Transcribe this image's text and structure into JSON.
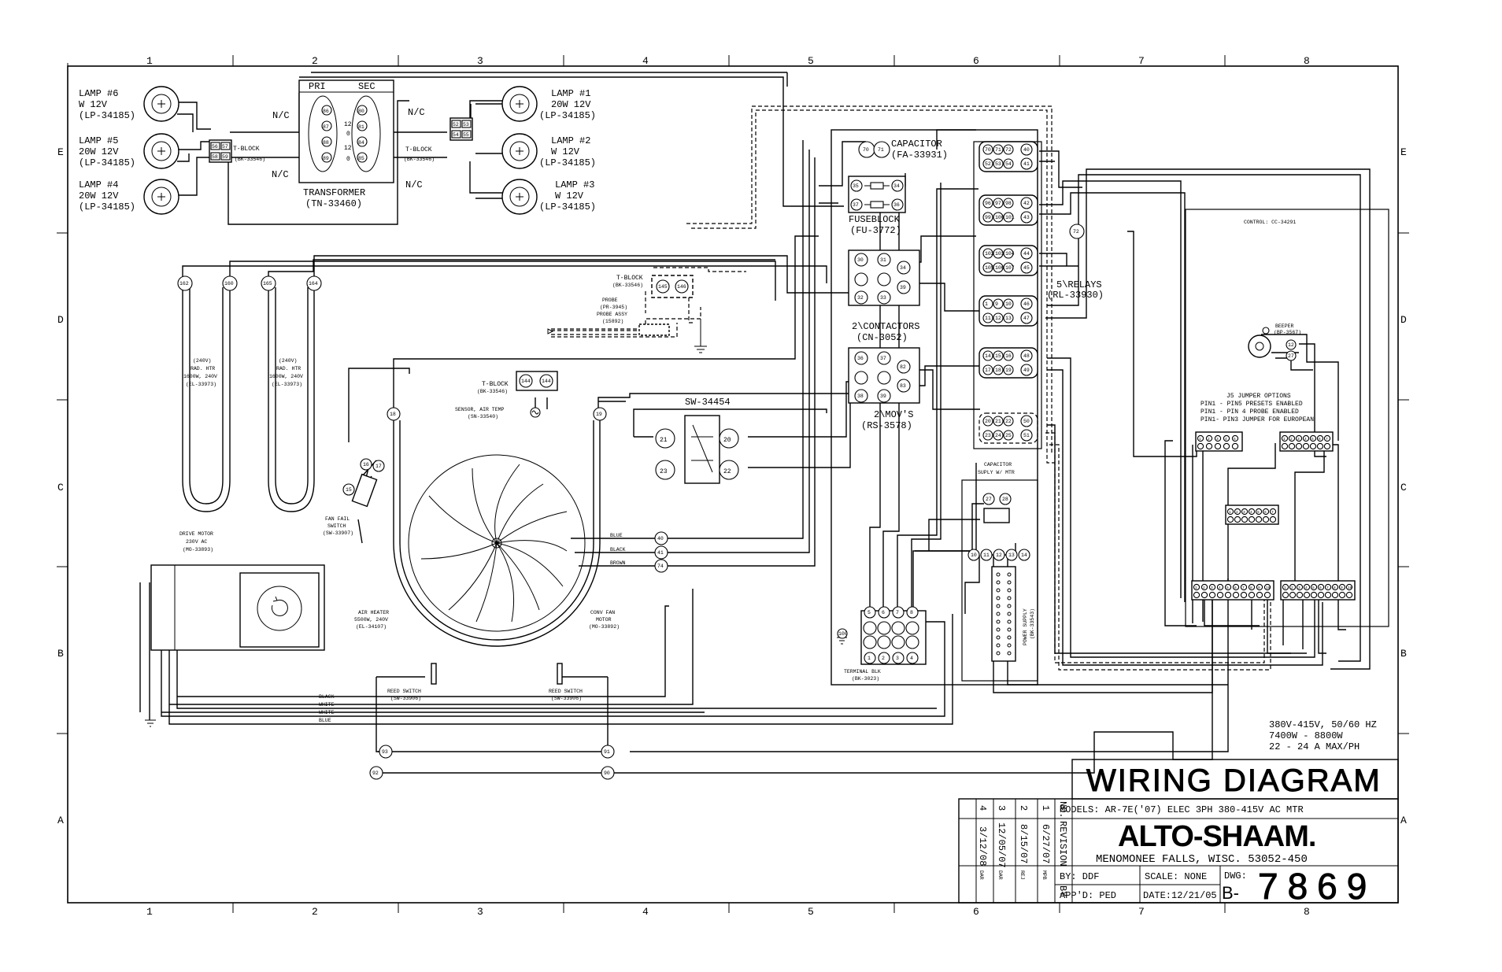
{
  "grid": {
    "columns": [
      "1",
      "2",
      "3",
      "4",
      "5",
      "6",
      "7",
      "8"
    ],
    "rows": [
      "E",
      "D",
      "C",
      "B",
      "A"
    ]
  },
  "lamps": [
    {
      "name": "LAMP #6",
      "rating": "W 12V",
      "part": "(LP-34185)"
    },
    {
      "name": "LAMP #5",
      "rating": "20W 12V",
      "part": "(LP-34185)"
    },
    {
      "name": "LAMP #4",
      "rating": "20W 12V",
      "part": "(LP-34185)"
    },
    {
      "name": "LAMP #1",
      "rating": "20W 12V",
      "part": "(LP-34185)"
    },
    {
      "name": "LAMP #2",
      "rating": "W 12V",
      "part": "(LP-34185)"
    },
    {
      "name": "LAMP #3",
      "rating": "W 12V",
      "part": "(LP-34185)"
    }
  ],
  "labels": {
    "nc": "N/C",
    "tblock": "T-BLOCK",
    "tblock_part": "(BK-33546)",
    "transformer_pri": "PRI",
    "transformer_sec": "SEC",
    "transformer": "TRANSFORMER",
    "transformer_part": "(TN-33460)",
    "capacitor": "CAPACITOR",
    "capacitor_part": "(FA-33931)",
    "fuseblock": "FUSEBLOCK",
    "fuseblock_part": "(FU-3772)",
    "contactors": "2\\CONTACTORS",
    "contactors_part": "(CN-3052)",
    "movs": "2\\MOV'S",
    "movs_part": "(RS-3578)",
    "relays": "5\\RELAYS",
    "relays_part": "(RL-33930)",
    "control": "CONTROL: CC-34291",
    "switch": "SW-34454",
    "probe": "PROBE",
    "probe_part": "(PR-3945)",
    "probe_assy": "PROBE ASSY",
    "probe_assy_part": "(15892)",
    "tblock_probe": "T-BLOCK",
    "tblock_probe_part": "(BK-33546)",
    "tblock_air": "T-BLOCK",
    "tblock_air_part": "(BK-33546)",
    "sensor": "SENSOR, AIR TEMP",
    "sensor_part": "(SN-33540)",
    "rad1_a": "(240V)",
    "rad1_b": "RAD. HTR",
    "rad1_c": "1600W, 240V",
    "rad1_d": "(EL-33973)",
    "rad2_a": "(240V)",
    "rad2_b": "RAD. HTR",
    "rad2_c": "1600W, 240V",
    "rad2_d": "(EL-33973)",
    "drive_motor_a": "DRIVE MOTOR",
    "drive_motor_b": "230V AC",
    "drive_motor_c": "(MO-33893)",
    "fan_fail_a": "FAN FAIL",
    "fan_fail_b": "SWITCH",
    "fan_fail_c": "(SW-33907)",
    "air_heater_a": "AIR HEATER",
    "air_heater_b": "5500W, 240V",
    "air_heater_c": "(EL-34107)",
    "conv_fan_a": "CONV FAN",
    "conv_fan_b": "MOTOR",
    "conv_fan_c": "(MO-33892)",
    "reed1_a": "REED SWITCH",
    "reed1_b": "(SW-33906)",
    "reed2_a": "REED SWITCH",
    "reed2_b": "(SW-33906)",
    "terminal_blk": "TERMINAL BLK",
    "terminal_blk_part": "(BK-3023)",
    "capacitor_supply_a": "CAPACITOR",
    "capacitor_supply_b": "SUPLY W/ MTR",
    "power_supply": "POWER SUPPLY",
    "power_supply_part": "(BK-33543)",
    "beeper": "BEEPER",
    "beeper_part": "(BP-3567)",
    "jumper_title": "J5 JUMPER OPTIONS",
    "jumper_1": "PIN1 - PIN5 PRESETS ENABLED",
    "jumper_2": "PIN1 - PIN 4 PROBE ENABLED",
    "jumper_3": "PIN1- PIN3 JUMPER FOR EUROPEAN",
    "wire_blue": "BLUE",
    "wire_black": "BLACK",
    "wire_brown": "BROWN",
    "wire_white": "WHITE"
  },
  "spec": {
    "voltage": "380V-415V, 50/60 HZ",
    "power": "7400W - 8800W",
    "current": "22 - 24 A MAX/PH"
  },
  "title_block": {
    "title": "WIRING DIAGRAM",
    "models": "MODELS: AR-7E('07) ELEC 3PH 380-415V AC MTR",
    "brand": "ALTO-SHAAM.",
    "location": "MENOMONEE FALLS, WISC. 53052-450",
    "by": "BY: DDF",
    "scale": "SCALE: NONE",
    "dwg_label": "DWG:",
    "dwg_prefix": "B-",
    "dwg_number": "7869",
    "appd": "APP'D: PED",
    "date": "DATE:12/21/05",
    "rev_header_no": "NO.",
    "rev_header_rev": "REVISION",
    "rev_header_by": "BY",
    "revisions": [
      {
        "no": "1",
        "date": "6/27/07",
        "by": "MPB"
      },
      {
        "no": "2",
        "date": "8/15/07",
        "by": "REJ"
      },
      {
        "no": "3",
        "date": "12/05/07",
        "by": "DAR"
      },
      {
        "no": "4",
        "date": "3/12/08",
        "by": "DAR"
      }
    ]
  },
  "terminals": {
    "t162": "162",
    "t160": "160",
    "t165": "165",
    "t164": "164",
    "t18": "18",
    "t19": "19",
    "t16": "16",
    "t17": "17",
    "t15": "15",
    "t40": "40",
    "t41": "41",
    "t74": "74",
    "t93": "93",
    "t91": "91",
    "t92": "92",
    "t90": "90",
    "t72": "72",
    "t70": "70",
    "t71": "71",
    "t35": "35",
    "t34": "34",
    "t37": "37",
    "t36": "36",
    "t30": "30",
    "t31": "31",
    "t32": "32",
    "t33": "33",
    "t34b": "34",
    "t39": "39",
    "t36b": "36",
    "t37b": "37",
    "t38": "38",
    "t82": "82",
    "t83": "83",
    "t21": "21",
    "t20": "20",
    "t23": "23",
    "t22": "22",
    "t27": "27",
    "t28": "28",
    "t144a": "144",
    "t144b": "144",
    "t145": "145",
    "t146": "146",
    "t100": "100",
    "tb_top": [
      "5",
      "6",
      "7",
      "8"
    ],
    "tb_bot": [
      "1",
      "2",
      "3",
      "4"
    ],
    "ps": [
      "10",
      "11",
      "12",
      "13",
      "14"
    ],
    "lamp_tb_l": [
      "56",
      "57",
      "58",
      "59"
    ],
    "lamp_tb_r": [
      "52",
      "53",
      "54",
      "55"
    ],
    "xf_pri": [
      "86",
      "87",
      "88",
      "89"
    ],
    "xf_sec": [
      "80",
      "81",
      "84",
      "85"
    ],
    "xf_taps": [
      "12",
      "0",
      "12",
      "0"
    ],
    "relay_r1": [
      "70",
      "71",
      "72",
      "40"
    ],
    "relay_r1b": [
      "52",
      "53",
      "54",
      "41"
    ],
    "relay_r2": [
      "96",
      "97",
      "98",
      "42"
    ],
    "relay_r2b": [
      "99",
      "100",
      "101",
      "43"
    ],
    "relay_r3": [
      "102",
      "103",
      "104",
      "44"
    ],
    "relay_r3b": [
      "105",
      "106",
      "107",
      "45"
    ],
    "relay_r4": [
      "1",
      "9",
      "10",
      "46"
    ],
    "relay_r4b": [
      "11",
      "12",
      "13",
      "47"
    ],
    "relay_r5": [
      "14",
      "15",
      "16",
      "48"
    ],
    "relay_r5b": [
      "17",
      "18",
      "19",
      "49"
    ],
    "relay_r6": [
      "20",
      "21",
      "22",
      "50"
    ],
    "relay_r6b": [
      "23",
      "24",
      "25",
      "51"
    ],
    "beeper_pins": [
      "12",
      "27"
    ],
    "j5": [
      "1",
      "2",
      "3",
      "4",
      "5"
    ],
    "j4": [
      "1",
      "2",
      "3",
      "4",
      "5",
      "6",
      "7"
    ],
    "j3": [
      "1",
      "2",
      "3",
      "4",
      "5",
      "6",
      "7"
    ],
    "j1": [
      "1",
      "2",
      "3",
      "4",
      "5",
      "6",
      "7",
      "8",
      "9",
      "10"
    ],
    "j2": [
      "1",
      "2",
      "3",
      "4",
      "5",
      "6",
      "7",
      "8",
      "9",
      "10"
    ]
  }
}
